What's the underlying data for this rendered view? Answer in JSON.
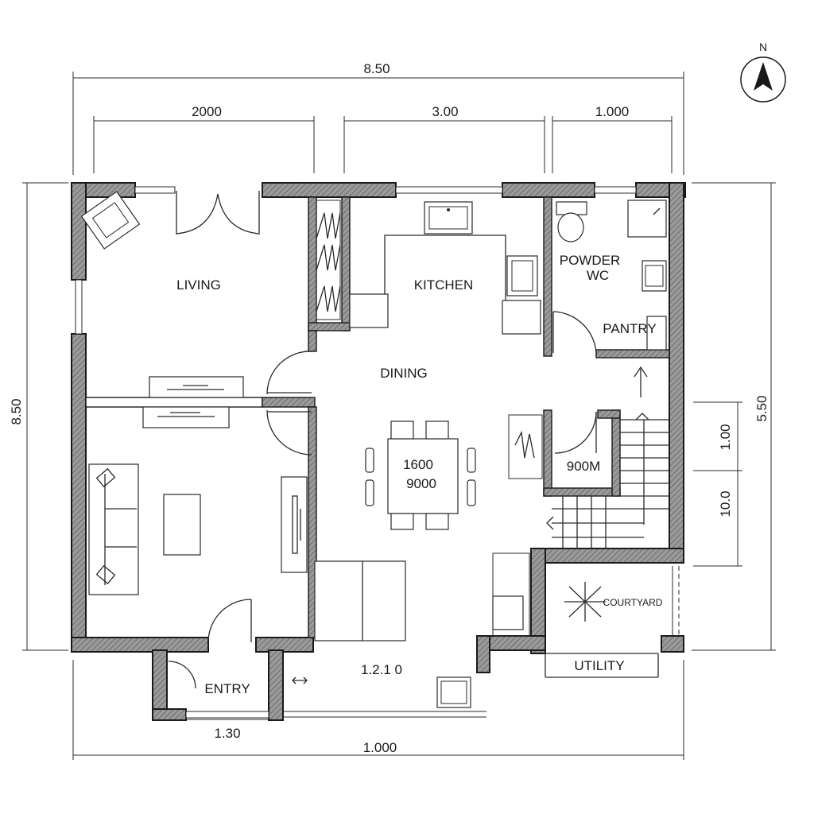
{
  "north": "N",
  "rooms": {
    "living": "LIVING",
    "kitchen": "KITCHEN",
    "powder_wc_line1": "POWDER",
    "powder_wc_line2": "WC",
    "pantry": "PANTRY",
    "dining": "DINING",
    "stair_room": "900M",
    "courtyard": "COURTYARD",
    "utility": "UTILITY",
    "entry": "ENTRY"
  },
  "table_labels": [
    "1600",
    "9000"
  ],
  "dimensions": {
    "overall_top": "8.50",
    "top_left": "2000",
    "top_mid": "3.00",
    "top_right": "1.000",
    "left_side": "8.50",
    "right_side": "5.50",
    "right_upper": "1.00",
    "right_lower": "10.0",
    "bottom_entry": "1.30",
    "bottom_overall": "1.000",
    "bottom_mid": "1.2.1 0"
  }
}
